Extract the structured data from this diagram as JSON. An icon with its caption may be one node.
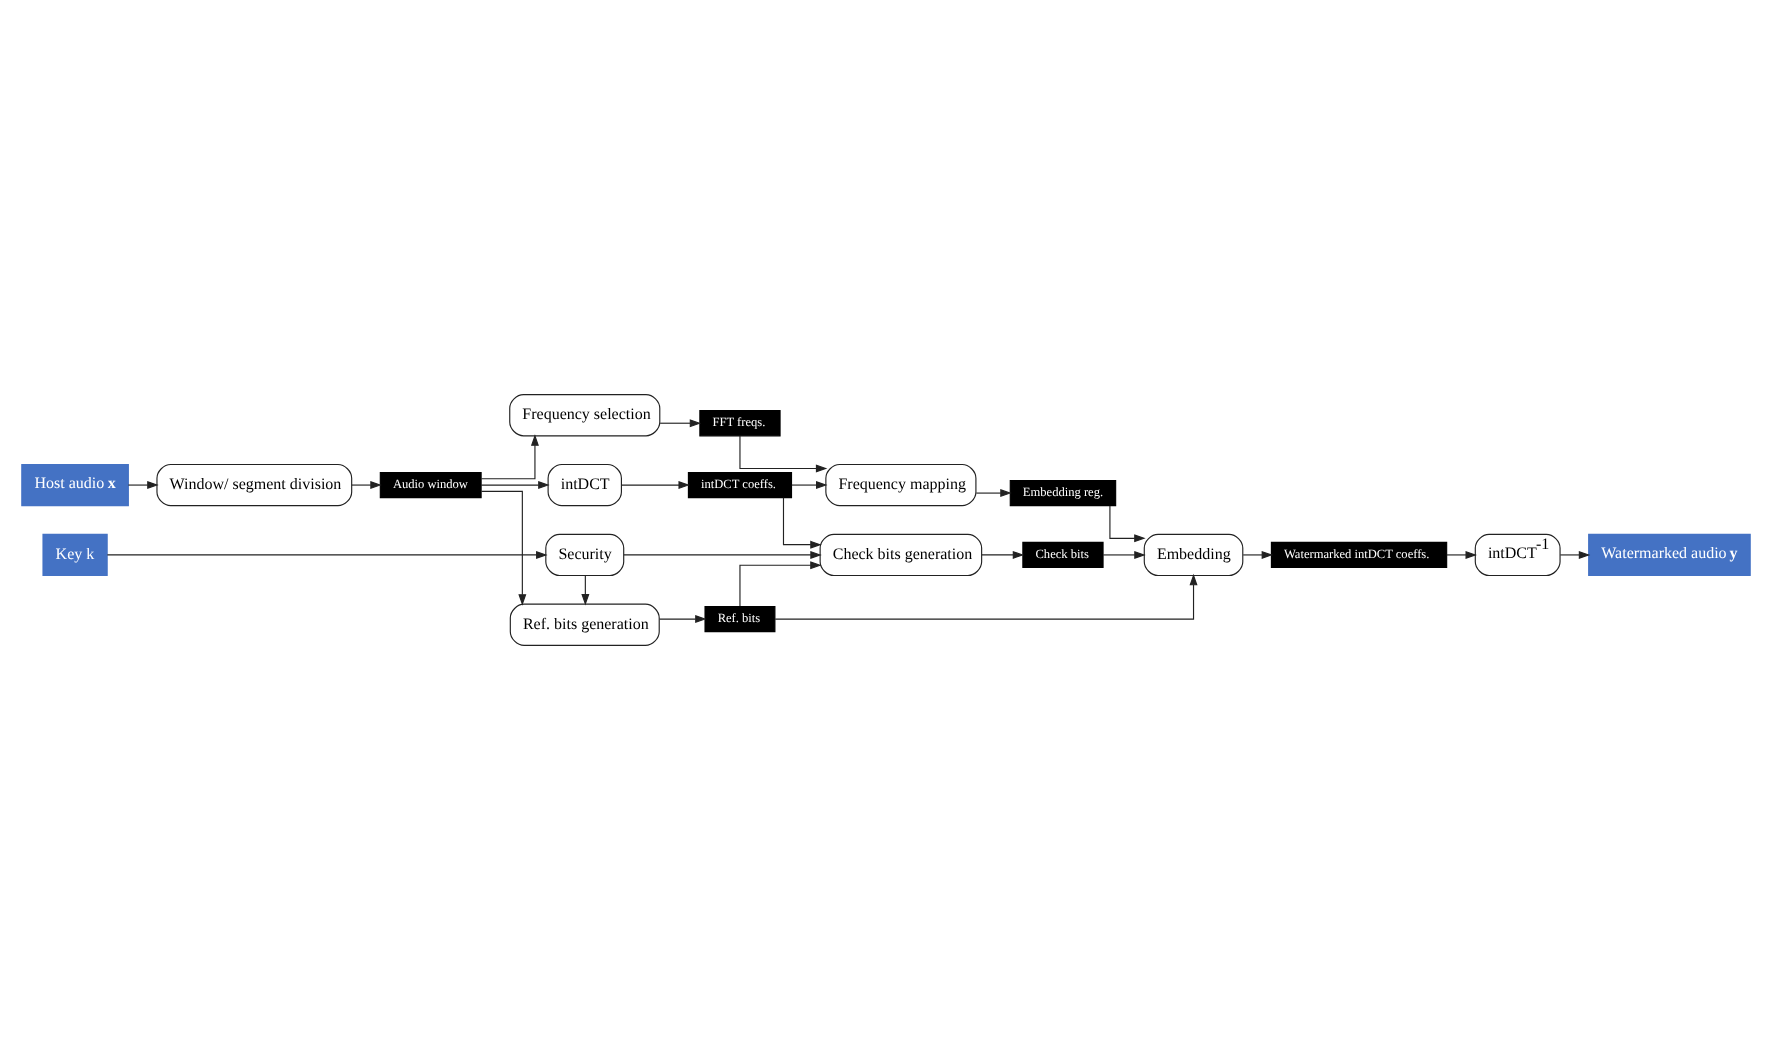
{
  "diagram": {
    "nodes": [
      {
        "text": [
          "Host audio **x**"
        ]
      },
      {
        "text": [
          "Window/ segment division"
        ]
      },
      {
        "text": [
          "Audio window"
        ]
      },
      {
        "text": [
          "Frequency selection"
        ]
      },
      {
        "text": [
          "FFT freqs."
        ]
      },
      {
        "text": [
          "intDCT"
        ]
      },
      {
        "text": [
          "intDCT coeffs."
        ]
      },
      {
        "text": [
          "Frequency mapping"
        ]
      },
      {
        "text": [
          "Embedding reg."
        ]
      },
      {
        "text": [
          "Ref. bits generation"
        ]
      },
      {
        "text": [
          "Check bits generation"
        ]
      },
      {
        "text": [
          "Check bits"
        ]
      },
      {
        "text": [
          "Embedding"
        ]
      },
      {
        "text": [
          "Watermarked intDCT coeffs."
        ]
      },
      {
        "text": [
          "Key k"
        ]
      },
      {
        "text": [
          "Security"
        ]
      },
      {
        "text": [
          "Ref. bits"
        ]
      },
      {
        "text": [
          "intDCT$^{-1}$"
        ]
      },
      {
        "text": [
          "Watermarked audio **y**"
        ]
      }
    ],
    "edges": [
      {
        "from": 0,
        "to": 1,
        "arrow": "to"
      },
      {
        "from": 1,
        "to": 2,
        "arrow": "to"
      },
      {
        "from": 2,
        "to": 3,
        "arrow": "to"
      },
      {
        "from": 2,
        "to": 5,
        "arrow": "to"
      },
      {
        "from": 2,
        "to": 9,
        "arrow": "to"
      },
      {
        "from": 3,
        "to": 4,
        "arrow": "to"
      },
      {
        "from": 4,
        "to": 7,
        "arrow": "to"
      },
      {
        "from": 5,
        "to": 6,
        "arrow": "to"
      },
      {
        "from": 6,
        "to": 7,
        "arrow": "to"
      },
      {
        "from": 6,
        "to": 10,
        "arrow": "to"
      },
      {
        "from": 7,
        "to": 8,
        "arrow": "to"
      },
      {
        "from": 8,
        "to": 12,
        "arrow": "to"
      },
      {
        "from": 10,
        "to": 11,
        "arrow": "to"
      },
      {
        "from": 11,
        "to": 12,
        "arrow": "to"
      },
      {
        "from": 12,
        "to": 13,
        "arrow": "to"
      },
      {
        "from": 13,
        "to": 17,
        "arrow": "to"
      },
      {
        "from": 17,
        "to": 18,
        "arrow": "to"
      },
      {
        "from": 14,
        "to": 15,
        "arrow": "to"
      },
      {
        "from": 15,
        "to": 9,
        "arrow": "to"
      },
      {
        "from": 15,
        "to": 10,
        "arrow": "to"
      },
      {
        "from": 9,
        "to": 16,
        "arrow": "to"
      },
      {
        "from": 16,
        "to": 10,
        "arrow": "to"
      },
      {
        "from": 16,
        "to": 12,
        "arrow": "to"
      }
    ]
  }
}
